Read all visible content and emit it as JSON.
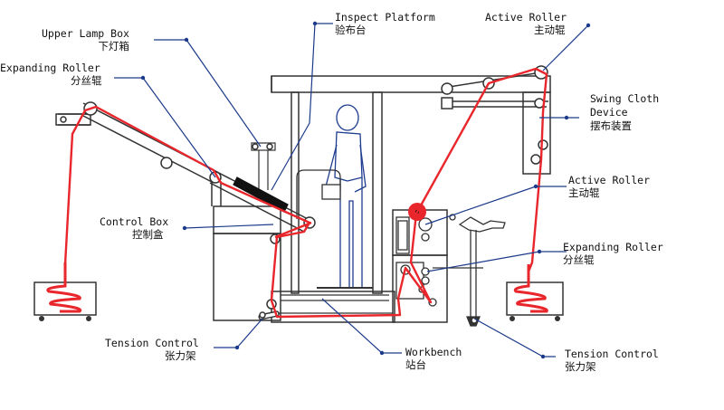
{
  "labels": {
    "upper_lamp_box": {
      "en": "Upper Lamp Box",
      "zh": "下灯箱"
    },
    "expanding_roller_left": {
      "en": "Expanding Roller",
      "zh": "分丝辊"
    },
    "inspect_platform": {
      "en": "Inspect Platform",
      "zh": "验布台"
    },
    "active_roller_top": {
      "en": "Active Roller",
      "zh": "主动辊"
    },
    "swing_cloth_device": {
      "en": "Swing Cloth Device",
      "zh": "摆布装置"
    },
    "active_roller_mid": {
      "en": "Active Roller",
      "zh": "主动辊"
    },
    "expanding_roller_right": {
      "en": "Expanding Roller",
      "zh": "分丝辊"
    },
    "control_box": {
      "en": "Control Box",
      "zh": "控制盒"
    },
    "tension_control_left": {
      "en": "Tension Control",
      "zh": "张力架"
    },
    "workbench": {
      "en": "Workbench",
      "zh": "站台"
    },
    "tension_control_right": {
      "en": "Tension Control",
      "zh": "张力架"
    }
  },
  "colors": {
    "fabric": "#e8262b",
    "leader": "#1c3a8a",
    "machine": "#333333",
    "operator": "#1d3c8f"
  }
}
